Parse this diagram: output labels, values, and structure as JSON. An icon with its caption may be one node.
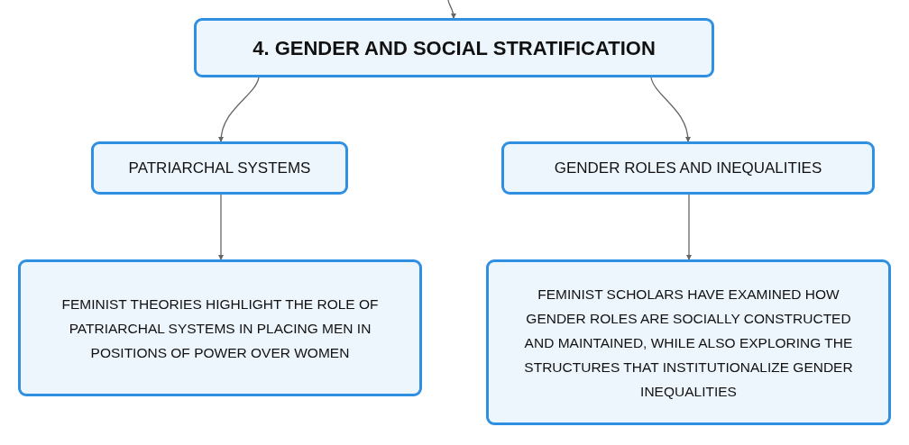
{
  "diagram": {
    "nodes": [
      {
        "text": [
          "4. GENDER AND SOCIAL STRATIFICATION"
        ]
      },
      {
        "text": [
          "PATRIARCHAL SYSTEMS"
        ]
      },
      {
        "text": [
          "GENDER ROLES AND INEQUALITIES"
        ]
      },
      {
        "text": [
          "FEMINIST THEORIES HIGHLIGHT THE ROLE OF PATRIARCHAL SYSTEMS IN PLACING MEN IN POSITIONS OF POWER OVER WOMEN"
        ]
      },
      {
        "text": [
          "FEMINIST SCHOLARS HAVE EXAMINED HOW GENDER ROLES ARE SOCIALLY CONSTRUCTED AND MAINTAINED, WHILE ALSO EXPLORING THE STRUCTURES THAT INSTITUTIONALIZE GENDER INEQUALITIES"
        ]
      }
    ],
    "edges": [
      {
        "from": null,
        "to": 0,
        "arrow": "to"
      },
      {
        "from": 0,
        "to": 1,
        "arrow": "to"
      },
      {
        "from": 0,
        "to": 2,
        "arrow": "to"
      },
      {
        "from": 1,
        "to": 3,
        "arrow": "to"
      },
      {
        "from": 2,
        "to": 4,
        "arrow": "to"
      }
    ]
  }
}
